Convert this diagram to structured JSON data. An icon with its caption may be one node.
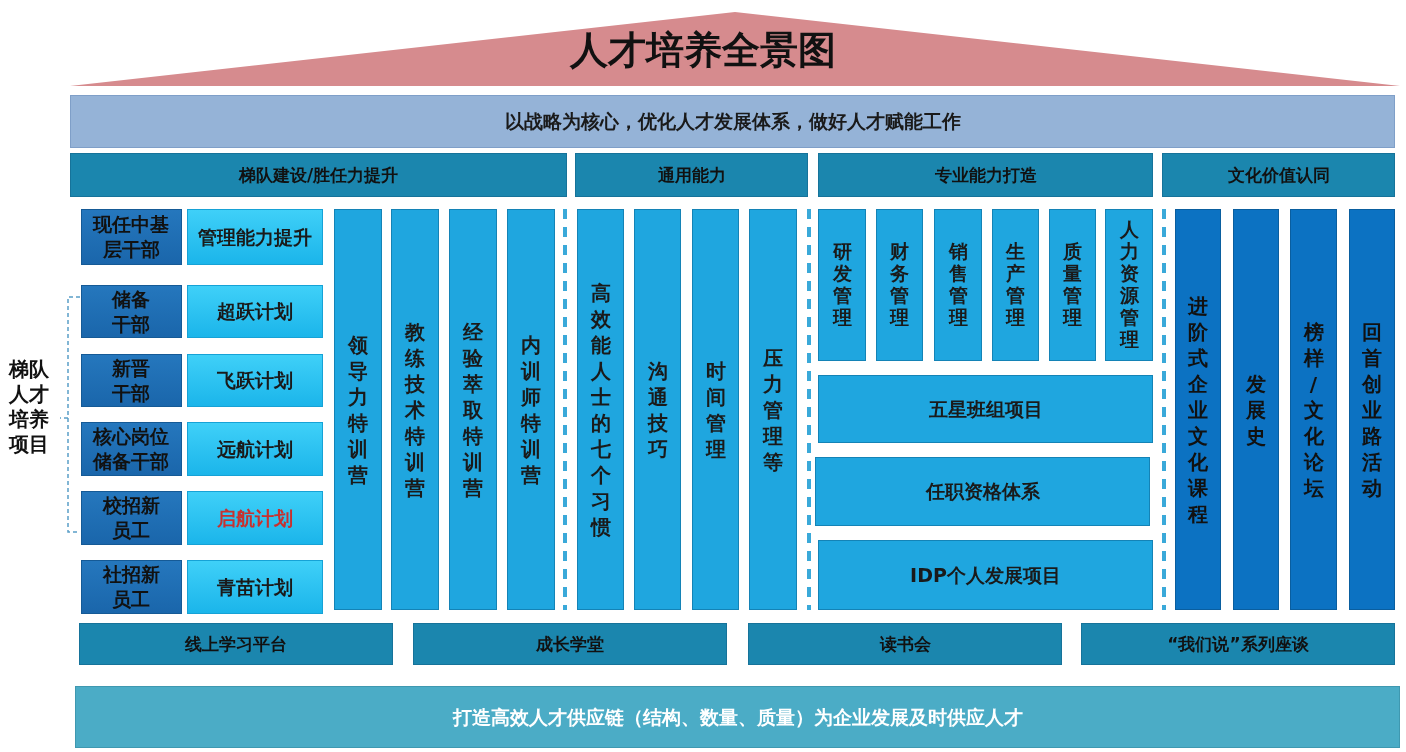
{
  "diagram": {
    "title": "人才培养全景图",
    "nodes": [
      {
        "text": [
          "以战略为核心，优化人才发展体系，做好人才赋能工作"
        ]
      },
      {
        "text": [
          "梯队建设/胜任力提升"
        ]
      },
      {
        "text": [
          "通用能力"
        ]
      },
      {
        "text": [
          "专业能力打造"
        ]
      },
      {
        "text": [
          "文化价值认同"
        ]
      },
      {
        "text": [
          "现任中基层干部"
        ]
      },
      {
        "text": [
          "管理能力提升"
        ]
      },
      {
        "text": [
          "储备干部"
        ]
      },
      {
        "text": [
          "超跃计划"
        ]
      },
      {
        "text": [
          "新晋干部"
        ]
      },
      {
        "text": [
          "飞跃计划"
        ]
      },
      {
        "text": [
          "核心岗位储备干部"
        ]
      },
      {
        "text": [
          "远航计划"
        ]
      },
      {
        "text": [
          "校招新员工"
        ]
      },
      {
        "text": [
          "启航计划"
        ]
      },
      {
        "text": [
          "社招新员工"
        ]
      },
      {
        "text": [
          "青苗计划"
        ]
      },
      {
        "text": [
          "领导力特训营"
        ]
      },
      {
        "text": [
          "教练技术特训营"
        ]
      },
      {
        "text": [
          "经验萃取特训营"
        ]
      },
      {
        "text": [
          "内训师特训营"
        ]
      },
      {
        "text": [
          "高效能人士的七个习惯"
        ]
      },
      {
        "text": [
          "沟通技巧"
        ]
      },
      {
        "text": [
          "时间管理"
        ]
      },
      {
        "text": [
          "压力管理等"
        ]
      },
      {
        "text": [
          "研发管理"
        ]
      },
      {
        "text": [
          "财务管理"
        ]
      },
      {
        "text": [
          "销售管理"
        ]
      },
      {
        "text": [
          "生产管理"
        ]
      },
      {
        "text": [
          "质量管理"
        ]
      },
      {
        "text": [
          "人力资源管理"
        ]
      },
      {
        "text": [
          "五星班组项目"
        ]
      },
      {
        "text": [
          "任职资格体系"
        ]
      },
      {
        "text": [
          "IDP个人发展项目"
        ]
      },
      {
        "text": [
          "进阶式企业文化课程"
        ]
      },
      {
        "text": [
          "发展史"
        ]
      },
      {
        "text": [
          "榜样/文化论坛"
        ]
      },
      {
        "text": [
          "回首创业路活动"
        ]
      },
      {
        "text": [
          "线上学习平台"
        ]
      },
      {
        "text": [
          "成长学堂"
        ]
      },
      {
        "text": [
          "读书会"
        ]
      },
      {
        "text": [
          "“我们说”系列座谈"
        ]
      },
      {
        "text": [
          "打造高效人才供应链（结构、数量、质量）为企业发展及时供应人才"
        ]
      }
    ],
    "labels": [
      "梯队人才培养项目"
    ]
  }
}
